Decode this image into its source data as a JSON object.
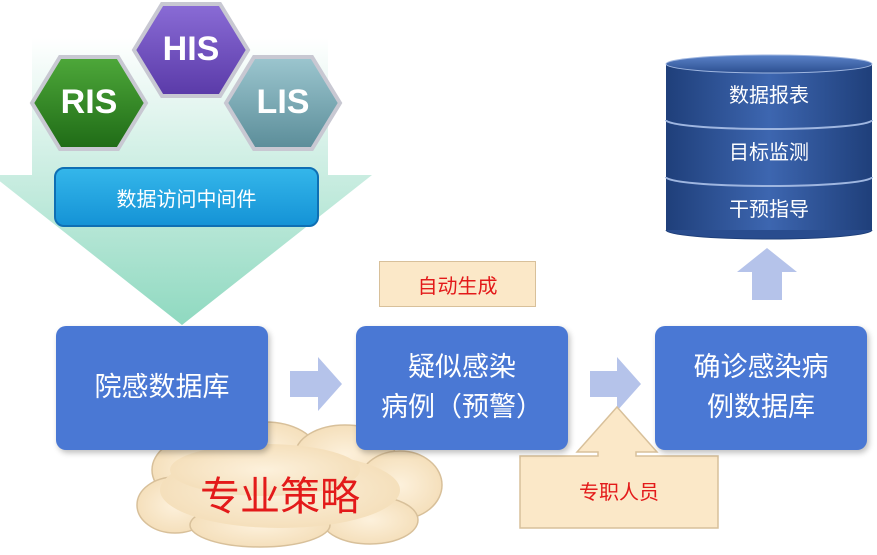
{
  "hexagons": {
    "his": "HIS",
    "ris": "RIS",
    "lis": "LIS"
  },
  "middleware": "数据访问中间件",
  "auto_generate": "自动生成",
  "nodes": {
    "infection_db": "院感数据库",
    "suspected_line1": "疑似感染",
    "suspected_line2": "病例（预警）",
    "confirmed_line1": "确诊感染病",
    "confirmed_line2": "例数据库"
  },
  "strategy": "专业策略",
  "staff": "专职人员",
  "database_stack": [
    "数据报表",
    "目标监测",
    "干预指导"
  ],
  "colors": {
    "node_blue": "#4a78d4",
    "arrow_lavender": "#b5c3ea",
    "tan": "#fbe8c8",
    "red_text": "#e31a1a"
  }
}
